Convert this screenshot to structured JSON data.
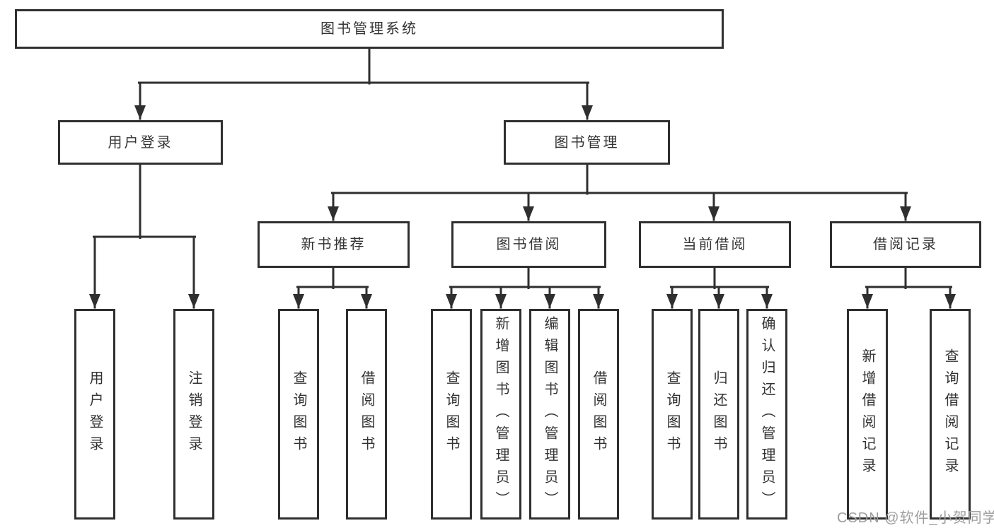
{
  "tree": {
    "root": {
      "label": "图书管理系统"
    },
    "branches": [
      {
        "label": "用户登录",
        "children": [
          {
            "label": "用户登录"
          },
          {
            "label": "注销登录"
          }
        ]
      },
      {
        "label": "图书管理",
        "children": [
          {
            "label": "新书推荐",
            "children": [
              {
                "label": "查询图书"
              },
              {
                "label": "借阅图书"
              }
            ]
          },
          {
            "label": "图书借阅",
            "children": [
              {
                "label": "查询图书"
              },
              {
                "label": "新增图书（管理员）"
              },
              {
                "label": "编辑图书（管理员）"
              },
              {
                "label": "借阅图书"
              }
            ]
          },
          {
            "label": "当前借阅",
            "children": [
              {
                "label": "查询图书"
              },
              {
                "label": "归还图书"
              },
              {
                "label": "确认归还（管理员）"
              }
            ]
          },
          {
            "label": "借阅记录",
            "children": [
              {
                "label": "新增借阅记录"
              },
              {
                "label": "查询借阅记录"
              }
            ]
          }
        ]
      }
    ]
  },
  "watermark": {
    "text": "CSDN @软件_小贺同学"
  },
  "colors": {
    "line": "#2f2f2f",
    "text": "#333333",
    "background": "#ffffff",
    "watermark": "#9d9d9d"
  }
}
